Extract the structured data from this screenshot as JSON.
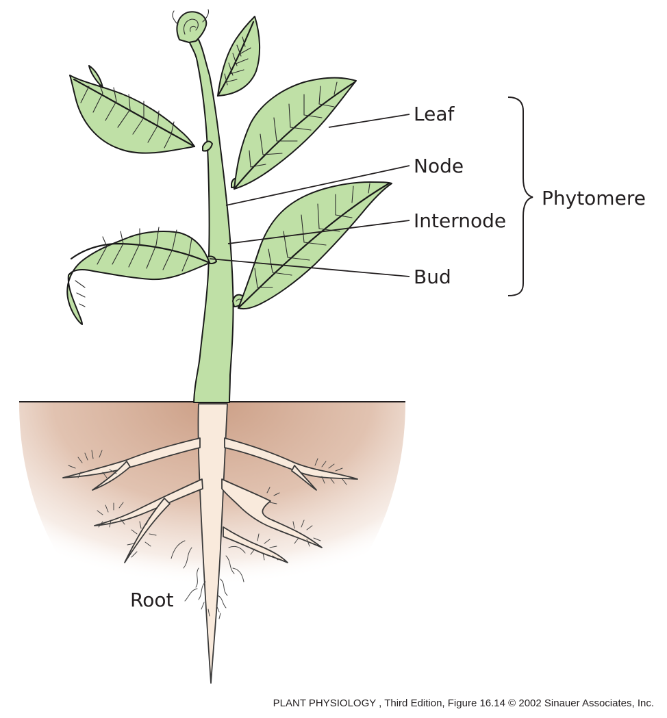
{
  "labels": {
    "leaf": "Leaf",
    "node": "Node",
    "internode": "Internode",
    "bud": "Bud",
    "phytomere": "Phytomere",
    "root": "Root"
  },
  "credit": "PLANT PHYSIOLOGY , Third Edition, Figure 16.14  © 2002 Sinauer Associates, Inc.",
  "colors": {
    "leaf_fill": "#bfe0a6",
    "soil_center": "#d9b29b",
    "root_fill": "#f9eadc",
    "ink": "#231f20"
  }
}
